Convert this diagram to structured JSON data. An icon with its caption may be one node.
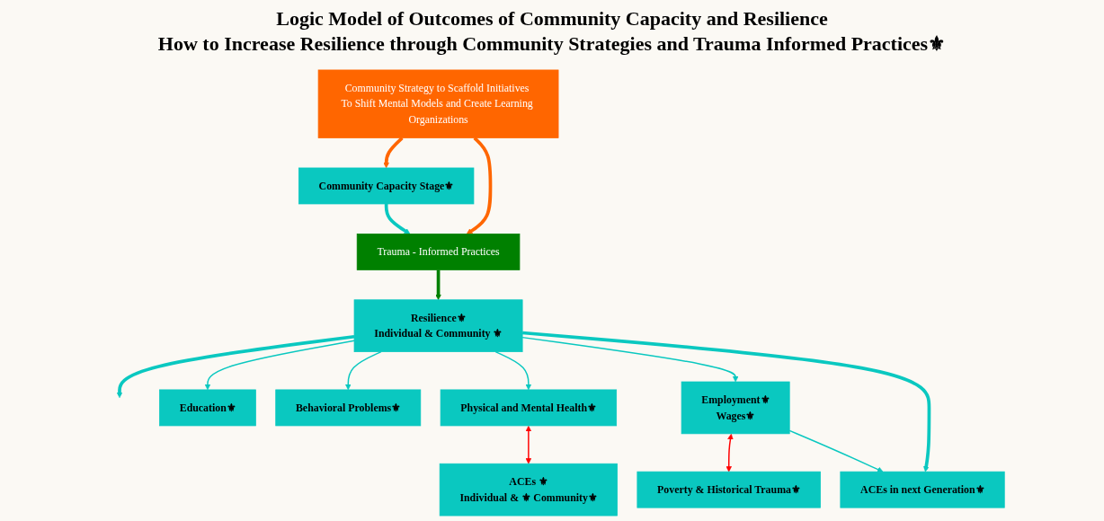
{
  "diagram": {
    "title": "Logic Model of Outcomes of Community Capacity and Resilience",
    "nodes": [
      {
        "text": [
          "Community Strategy to Scaffold Initiatives To Shift Mental Models and Create Learning Organizations"
        ]
      },
      {
        "text": [
          "Community Capacity Stage⚜"
        ]
      },
      {
        "text": [
          "Trauma - Informed Practices"
        ]
      },
      {
        "text": [
          "Resilience⚜",
          "Individual & Community ⚜"
        ]
      },
      {
        "text": [
          "Education⚜"
        ]
      },
      {
        "text": [
          "Behavioral Problems⚜"
        ]
      },
      {
        "text": [
          "Physical and Mental Health⚜"
        ]
      },
      {
        "text": [
          "Employment⚜",
          "Wages⚜"
        ]
      },
      {
        "text": [
          "ACEs ⚜",
          "Individual & ⚜ Community⚜"
        ]
      },
      {
        "text": [
          "Poverty & Historical Trauma⚜"
        ]
      },
      {
        "text": [
          "ACEs in next Generation⚜"
        ]
      }
    ],
    "edges": [
      {
        "from": 0,
        "to": 1,
        "arrow": "to",
        "style": "thick",
        "color": "#ff6600"
      },
      {
        "from": 0,
        "to": 2,
        "arrow": "to",
        "style": "thick",
        "color": "#ff6600"
      },
      {
        "from": 1,
        "to": 2,
        "arrow": "to",
        "style": "thick"
      },
      {
        "from": 2,
        "to": 3,
        "arrow": "to",
        "style": "thick",
        "color": "#008000"
      },
      {
        "from": 3,
        "to": null,
        "arrow": "to",
        "style": "thick"
      },
      {
        "from": 3,
        "to": 4,
        "arrow": "to"
      },
      {
        "from": 3,
        "to": 5,
        "arrow": "to"
      },
      {
        "from": 3,
        "to": 6,
        "arrow": "to"
      },
      {
        "from": 3,
        "to": 7,
        "arrow": "to"
      },
      {
        "from": 3,
        "to": 10,
        "arrow": "to",
        "style": "thick"
      },
      {
        "from": 8,
        "to": 6,
        "arrow": "both",
        "color": "#ff0000"
      },
      {
        "from": 9,
        "to": 7,
        "arrow": "both",
        "color": "#ff0000"
      },
      {
        "from": 7,
        "to": 10,
        "arrow": "to"
      }
    ],
    "labels": [
      "How to Increase Resilience through Community Strategies and Trauma Informed Practices⚜"
    ]
  }
}
